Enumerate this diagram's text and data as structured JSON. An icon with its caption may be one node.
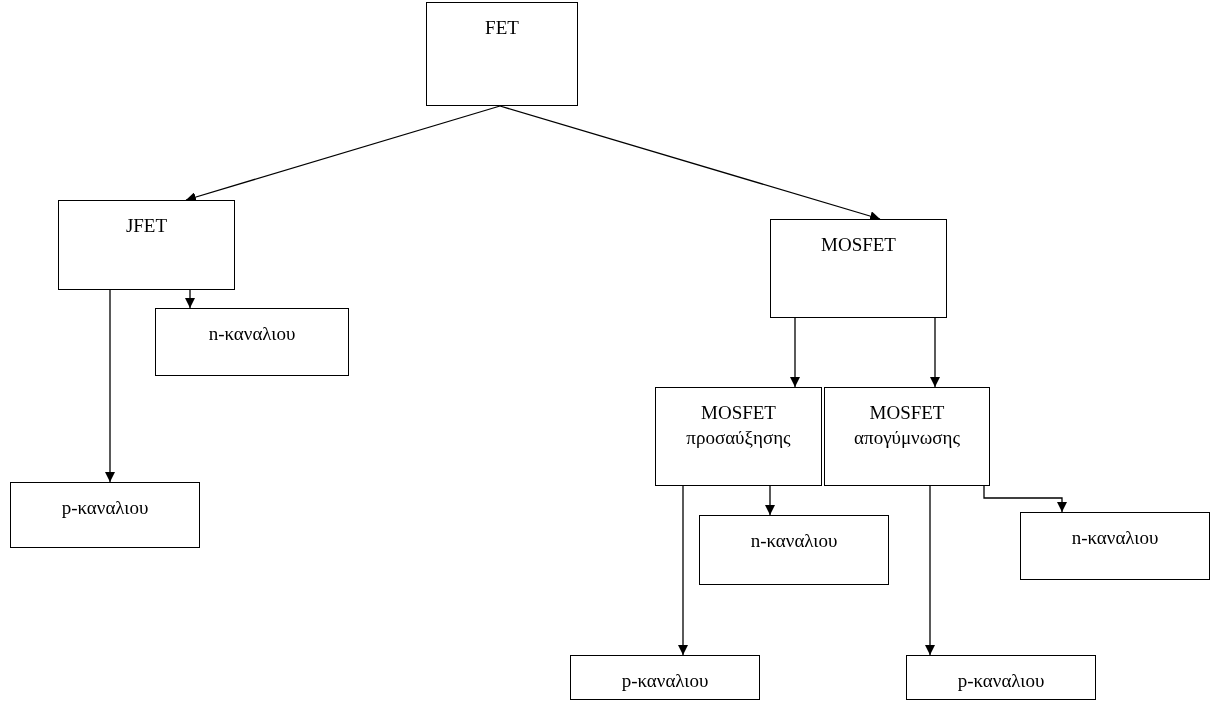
{
  "diagram": {
    "nodes": [
      {
        "text": [
          "FET"
        ]
      },
      {
        "text": [
          "JFET"
        ]
      },
      {
        "text": [
          "MOSFET"
        ]
      },
      {
        "text": [
          "n-καναλιου"
        ]
      },
      {
        "text": [
          "p-καναλιου"
        ]
      },
      {
        "text": [
          "MOSFET προσαύξησης"
        ]
      },
      {
        "text": [
          "MOSFET απογύμνωσης"
        ]
      },
      {
        "text": [
          "n-καναλιου"
        ]
      },
      {
        "text": [
          "p-καναλιου"
        ]
      },
      {
        "text": [
          "n-καναλιου"
        ]
      },
      {
        "text": [
          "p-καναλιου"
        ]
      }
    ],
    "edges": [
      {
        "from": 0,
        "to": 1,
        "arrow": "to"
      },
      {
        "from": 0,
        "to": 2,
        "arrow": "to"
      },
      {
        "from": 1,
        "to": 4,
        "arrow": "to"
      },
      {
        "from": 1,
        "to": 3,
        "arrow": "to"
      },
      {
        "from": 2,
        "to": 5,
        "arrow": "to"
      },
      {
        "from": 2,
        "to": 6,
        "arrow": "to"
      },
      {
        "from": 5,
        "to": 8,
        "arrow": "to"
      },
      {
        "from": 5,
        "to": 7,
        "arrow": "to"
      },
      {
        "from": 6,
        "to": 10,
        "arrow": "to"
      },
      {
        "from": 6,
        "to": 9,
        "arrow": "to"
      }
    ]
  }
}
